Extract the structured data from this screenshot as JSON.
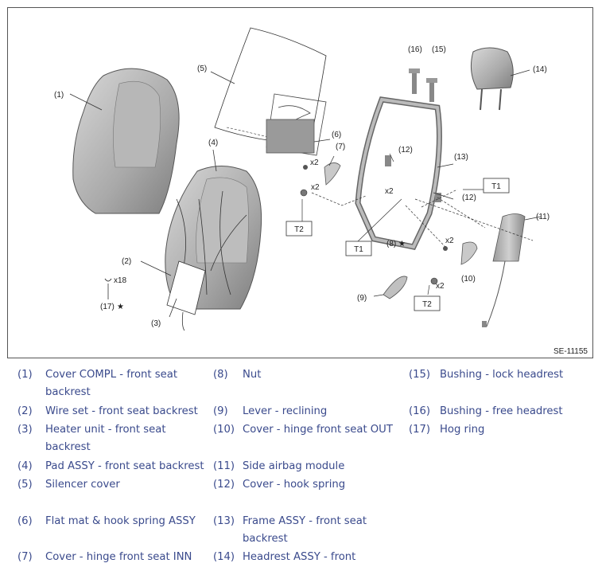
{
  "figure": {
    "id": "SE-11155",
    "callouts": {
      "c1": "(1)",
      "c2": "(2)",
      "c3": "(3)",
      "c4": "(4)",
      "c5": "(5)",
      "c6": "(6)",
      "c7": "(7)",
      "c8": "(8)",
      "c9": "(9)",
      "c10": "(10)",
      "c11": "(11)",
      "c12a": "(12)",
      "c12b": "(12)",
      "c13": "(13)",
      "c14": "(14)",
      "c15": "(15)",
      "c16": "(16)",
      "c17": "(17)"
    },
    "quantities": {
      "x18": "x18",
      "x2_a": "x2",
      "x2_b": "x2",
      "x2_c": "x2",
      "x2_d": "x2",
      "x2_e": "x2"
    },
    "torque_labels": {
      "t1_left": "T1",
      "t1_right": "T1",
      "t2_left": "T2",
      "t2_right": "T2"
    },
    "star_mark": "★"
  },
  "legend": {
    "col1": [
      {
        "num": "(1)",
        "lines": [
          "Cover COMPL - front seat",
          "backrest"
        ]
      },
      {
        "num": "(2)",
        "lines": [
          "Wire set - front seat backrest"
        ]
      },
      {
        "num": "(3)",
        "lines": [
          "Heater unit - front seat",
          "backrest"
        ]
      },
      {
        "num": "(4)",
        "lines": [
          "Pad ASSY - front seat backrest"
        ]
      },
      {
        "num": "(5)",
        "lines": [
          "Silencer cover"
        ]
      },
      {
        "num": "(6)",
        "lines": [
          "Flat mat & hook spring ASSY"
        ]
      },
      {
        "num": "(7)",
        "lines": [
          "Cover - hinge front seat INN"
        ]
      }
    ],
    "col2": [
      {
        "num": "(8)",
        "lines": [
          "Nut"
        ]
      },
      {
        "num": "(9)",
        "lines": [
          "Lever - reclining"
        ]
      },
      {
        "num": "(10)",
        "lines": [
          "Cover - hinge front seat OUT"
        ]
      },
      {
        "num": "(11)",
        "lines": [
          "Side airbag module"
        ]
      },
      {
        "num": "(12)",
        "lines": [
          "Cover - hook spring"
        ]
      },
      {
        "num": "(13)",
        "lines": [
          "Frame ASSY - front seat",
          "backrest"
        ]
      },
      {
        "num": "(14)",
        "lines": [
          "Headrest ASSY - front"
        ]
      }
    ],
    "col3": [
      {
        "num": "(15)",
        "lines": [
          "Bushing - lock headrest"
        ]
      },
      {
        "num": "(16)",
        "lines": [
          "Bushing - free headrest"
        ]
      },
      {
        "num": "(17)",
        "lines": [
          "Hog ring"
        ]
      }
    ]
  },
  "colors": {
    "legend_text": "#3a4a8c",
    "part_fill": "#c9c9c9",
    "part_dark": "#8e8e8e"
  }
}
